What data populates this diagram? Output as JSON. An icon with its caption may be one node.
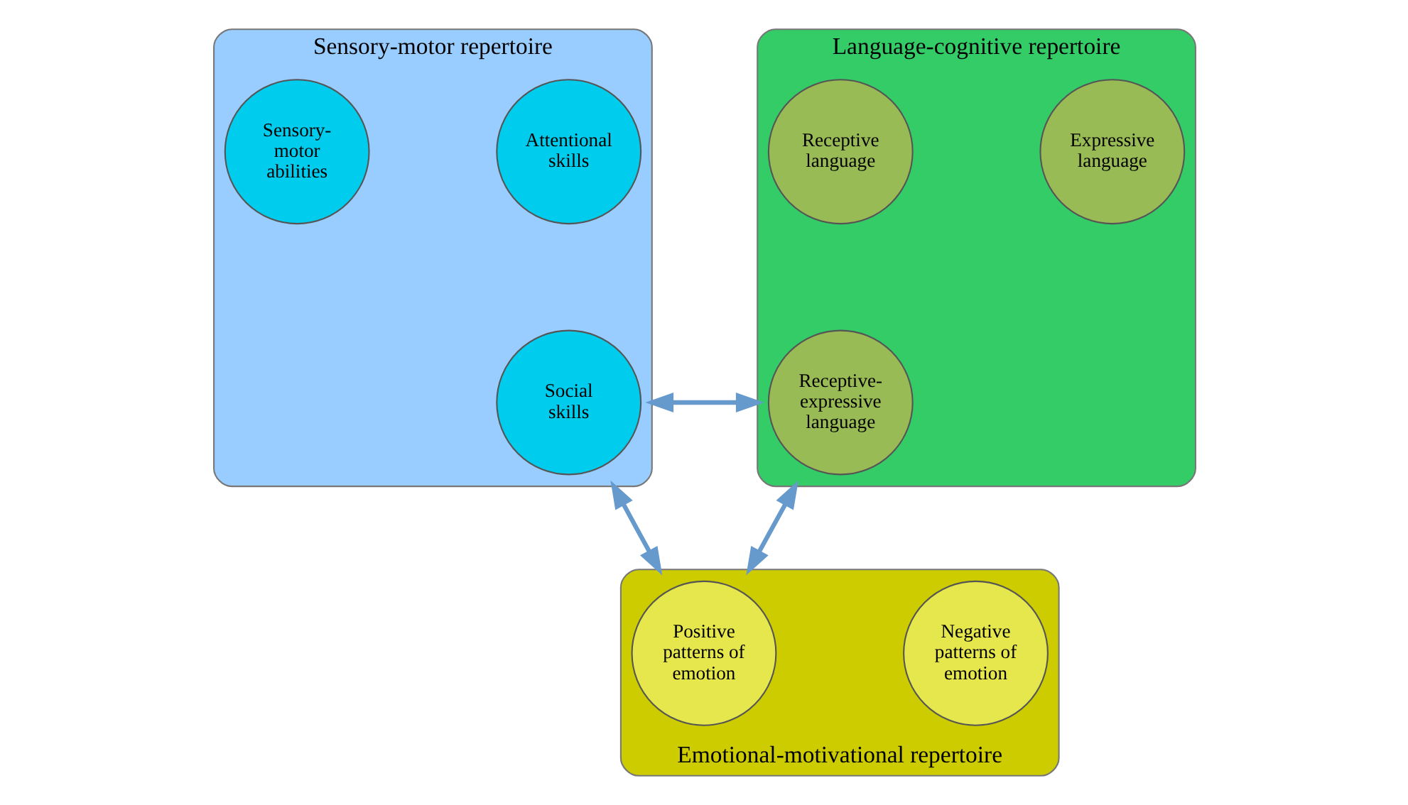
{
  "diagram": {
    "nodes": [
      {
        "text": [
          "Sensory-motor repertoire"
        ]
      },
      {
        "text": [
          "Sensory-motor abilities"
        ],
        "in": 0
      },
      {
        "text": [
          "Attentional skills"
        ],
        "in": 0
      },
      {
        "text": [
          "Social skills"
        ],
        "in": 0
      },
      {
        "text": [
          "Language-cognitive repertoire"
        ]
      },
      {
        "text": [
          "Receptive language"
        ],
        "in": 4
      },
      {
        "text": [
          "Expressive language"
        ],
        "in": 4
      },
      {
        "text": [
          "Receptive-expressive language"
        ],
        "in": 4
      },
      {
        "text": [
          "Emotional-motivational repertoire"
        ]
      },
      {
        "text": [
          "Positive patterns of emotion"
        ],
        "in": 8
      },
      {
        "text": [
          "Negative patterns of emotion"
        ],
        "in": 8
      }
    ],
    "edges": [
      {
        "from": 0,
        "to": 4,
        "arrow": "both"
      },
      {
        "from": 0,
        "to": 8,
        "arrow": "both"
      },
      {
        "from": 4,
        "to": 8,
        "arrow": "both"
      }
    ]
  }
}
